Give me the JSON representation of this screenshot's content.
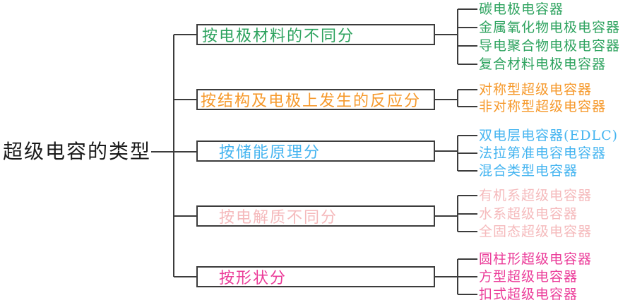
{
  "root": {
    "label": "超级电容的类型"
  },
  "line_color": "#3c3c3c",
  "branches": [
    {
      "label": "按电极材料的不同分",
      "color": "#2ea35f",
      "leaves": [
        "碳电极电容器",
        "金属氧化物电极电容器",
        "导电聚合物电极电容器",
        "复合材料电极电容器"
      ]
    },
    {
      "label": "按结构及电极上发生的反应分",
      "color": "#f6992b",
      "leaves": [
        "对称型超级电容器",
        "非对称型超级电容器"
      ]
    },
    {
      "label": "按储能原理分",
      "color": "#44b4f0",
      "leaves": [
        "双电层电容器(EDLC)",
        "法拉第准电容电容器",
        "混合类型电容器"
      ]
    },
    {
      "label": "按电解质不同分",
      "color": "#f5babc",
      "leaves": [
        "有机系超级电容器",
        "水系超级电容器",
        "全固态超级电容器"
      ]
    },
    {
      "label": "按形状分",
      "color": "#eb3c99",
      "leaves": [
        "圆柱形超级电容器",
        "方型超级电容器",
        "扣式超级电容器"
      ]
    }
  ]
}
